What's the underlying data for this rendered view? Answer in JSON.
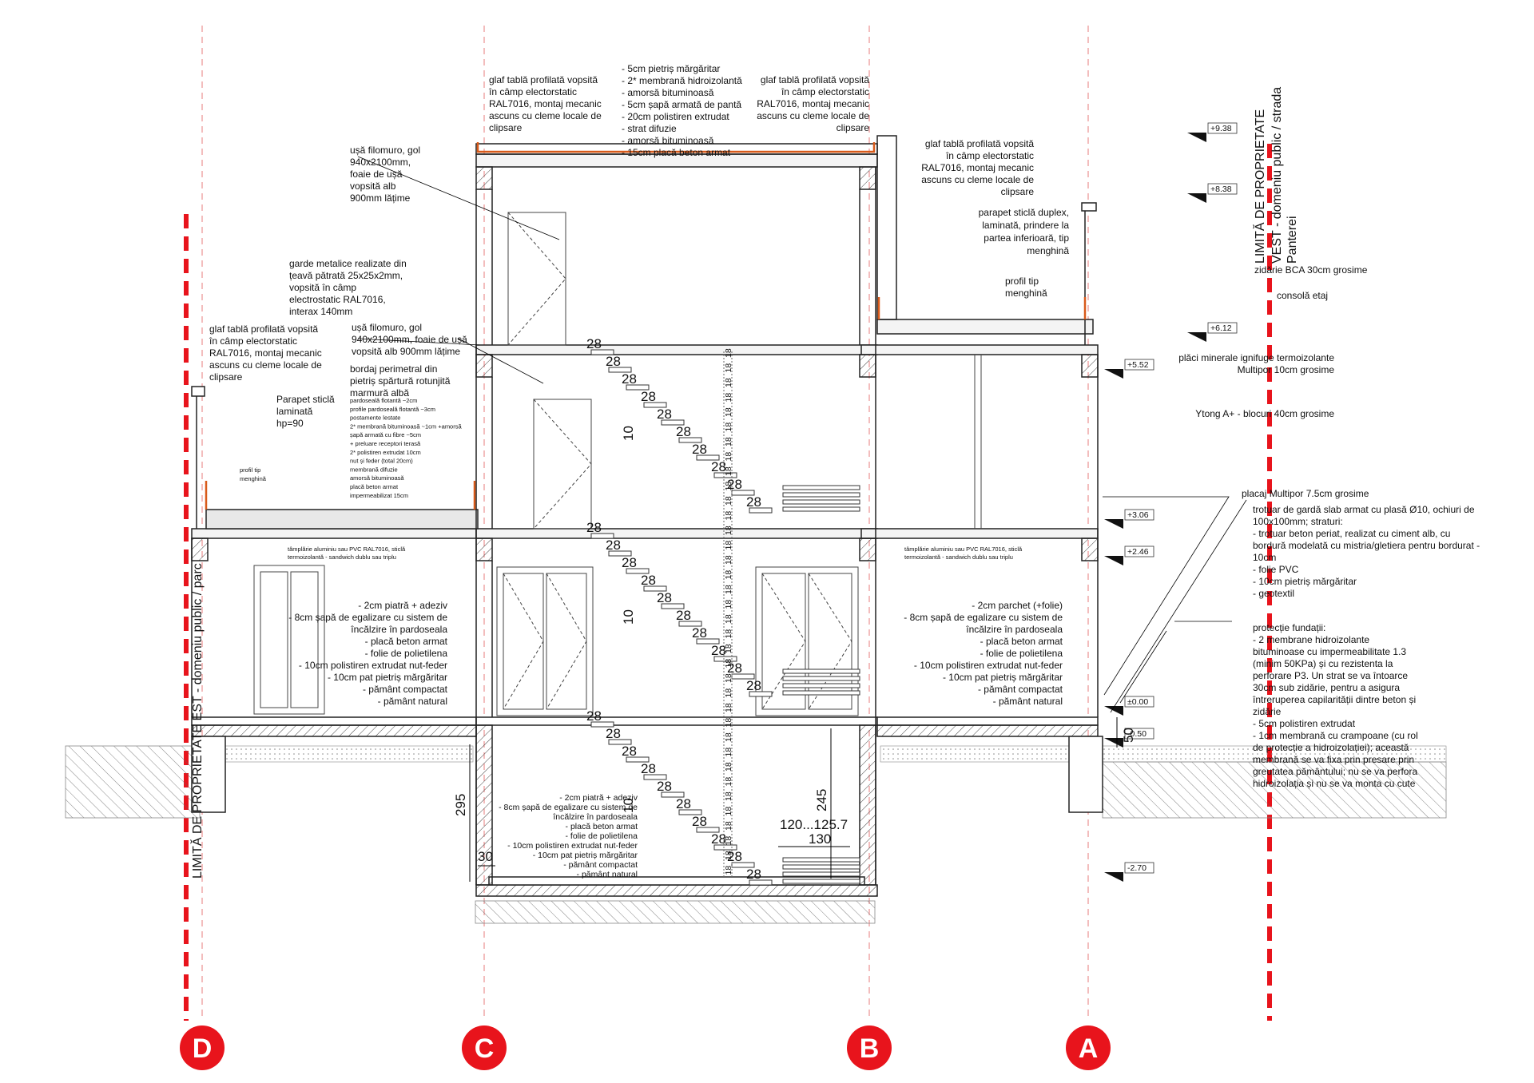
{
  "grid": {
    "axes": [
      {
        "label": "D"
      },
      {
        "label": "C"
      },
      {
        "label": "B"
      },
      {
        "label": "A"
      }
    ],
    "bubble_color": "#e8141c",
    "property_line_color": "#e8141c"
  },
  "property_labels": {
    "left": "LIMITĂ DE PROPRIETATE EST - domeniu public / parc",
    "right_1": "LIMITĂ DE PROPRIETATE",
    "right_2": "VEST - domeniu public / strada",
    "right_3": "Panterei"
  },
  "levels": [
    "+9.38",
    "+8.38",
    "+6.12",
    "+5.52",
    "+3.06",
    "+2.46",
    "±0.00",
    "-0.50",
    "-2.70"
  ],
  "notes": {
    "roof_glaf_left": [
      "glaf tablă profilată vopsită",
      "în câmp electorstatic",
      "RAL7016, montaj mecanic",
      "ascuns cu cleme locale de",
      "clipsare"
    ],
    "roof_layers": [
      "- 5cm pietriș mărgăritar",
      "- 2* membrană hidroizolantă",
      "- amorsă bituminoasă",
      "- 5cm șapă armată de pantă",
      "- 20cm polistiren extrudat",
      "- strat difuzie",
      "- amorsă bituminoasă",
      "- 15cm placă beton armat"
    ],
    "roof_glaf_right": [
      "glaf tablă profilată vopsită",
      "în câmp electorstatic",
      "RAL7016, montaj mecanic",
      "ascuns cu cleme locale de",
      "clipsare"
    ],
    "door_top": [
      "ușă filomuro, gol",
      "940x2100mm,",
      "foaie de ușă",
      "vopsită alb",
      "900mm lățime"
    ],
    "terrace_glaf_right": [
      "glaf tablă profilată vopsită",
      "în câmp electorstatic",
      "RAL7016, montaj mecanic",
      "ascuns cu cleme locale de",
      "clipsare"
    ],
    "parapet_duplex": [
      "parapet sticlă duplex,",
      "laminată, prindere la",
      "partea inferioară, tip",
      "menghină"
    ],
    "profil_right": [
      "profil tip",
      "menghină"
    ],
    "garde": [
      "garde metalice realizate din",
      "țeavă pătrată 25x25x2mm,",
      "vopsită în câmp",
      "electrostatic RAL7016,",
      "interax 140mm"
    ],
    "glaf_left_terrace": [
      "glaf tablă profilată vopsită",
      "în câmp electorstatic",
      "RAL7016, montaj mecanic",
      "ascuns cu cleme locale de",
      "clipsare"
    ],
    "door_mid": [
      "ușă filomuro, gol",
      "940x2100mm, foaie de ușă",
      "vopsită alb 900mm lățime"
    ],
    "bordaj": [
      "bordaj perimetral din",
      "pietriș spărtură rotunjită",
      "marmură albă"
    ],
    "parapet_left": [
      "Parapet sticlă",
      "laminată",
      "hp=90"
    ],
    "terrace_layers": [
      "pardoseală flotantă ~2cm",
      "profile pardoseală flotantă ~3cm",
      "postamente lestate",
      "2* membrană bituminoasă ~1cm +amorsă",
      "șapă armată cu fibre ~5cm",
      "+ preluare receptori terasă",
      "2* polistiren extrudat 10cm",
      "nut și feder (total 20cm)",
      "membrană difuzie",
      "amorsă bituminoasă",
      "placă beton armat",
      "impermeabilizat 15cm"
    ],
    "profil_left": [
      "profil tip",
      "menghină"
    ],
    "tamplarie_left": [
      "tâmplărie aluminiu sau PVC RAL7016, sticlă",
      "termoizolantă - sandwich dublu sau triplu"
    ],
    "tamplarie_right": [
      "tâmplărie aluminiu sau PVC RAL7016, sticlă",
      "termoizolantă - sandwich dublu sau triplu"
    ],
    "floor_left": [
      "- 2cm piatră + adeziv",
      "- 8cm șapă de egalizare cu sistem de",
      "încălzire în pardoseala",
      "- placă beton armat",
      "- folie de polietilena",
      "- 10cm polistiren extrudat nut-feder",
      "- 10cm pat pietriș mărgăritar",
      "- pământ compactat",
      "- pământ natural"
    ],
    "floor_right": [
      "- 2cm parchet (+folie)",
      "- 8cm șapă de egalizare cu sistem de",
      "încălzire în pardoseala",
      "- placă beton armat",
      "- folie de polietilena",
      "- 10cm polistiren extrudat nut-feder",
      "- 10cm pat pietriș mărgăritar",
      "- pământ compactat",
      "- pământ natural"
    ],
    "floor_basement": [
      "- 2cm piatră + adeziv",
      "- 8cm șapă de egalizare cu sistem de",
      "încălzire în pardoseala",
      "- placă beton armat",
      "- folie de polietilena",
      "- 10cm polistiren extrudat nut-feder",
      "- 10cm pat pietriș mărgăritar",
      "- pământ compactat",
      "- pământ natural"
    ],
    "zidarie": "zidărie BCA 30cm grosime",
    "consola": "consolă etaj",
    "placi_minerale": [
      "plăci minerale ignifuge termoizolante",
      "Multipor 10cm grosime"
    ],
    "ytong": "Ytong A+ - blocuri 40cm grosime",
    "placaj": "placaj Multipor 7.5cm grosime",
    "trotuar": [
      "trotuar de gardă slab armat cu plasă Ø10, ochiuri de",
      "100x100mm; straturi:",
      "- trotuar beton periat, realizat cu ciment alb, cu",
      "bordură modelată cu mistria/gletiera pentru bordurat -",
      "10cm",
      "- folie PVC",
      "- 10cm pietriș mărgăritar",
      "- geotextil"
    ],
    "fundatii": [
      "protecție fundații:",
      "- 2 membrane hidroizolante",
      "bituminoase cu impermeabilitate 1.3",
      "(minim 50KPa) și cu rezistenta la",
      "perforare P3. Un strat se va întoarce",
      "30cm sub zidărie, pentru a asigura",
      "întreruperea capilarității dintre beton și",
      "zidărie",
      "- 5cm polistiren extrudat",
      "- 1cm membrană cu crampoane (cu rol",
      "de protecție a hidroizolației); această",
      "membrană se va fixa prin presare prin",
      "greutatea pământului; nu se va perfora",
      "hidroizolația și nu se va monta cu cute"
    ]
  },
  "dimensions": {
    "step_tread": "28",
    "step_rise": "10",
    "riser_height": "18",
    "d295": "295",
    "d245": "245",
    "d30": "30",
    "d120": "120...125.7",
    "d130": "130",
    "d50": "50"
  }
}
